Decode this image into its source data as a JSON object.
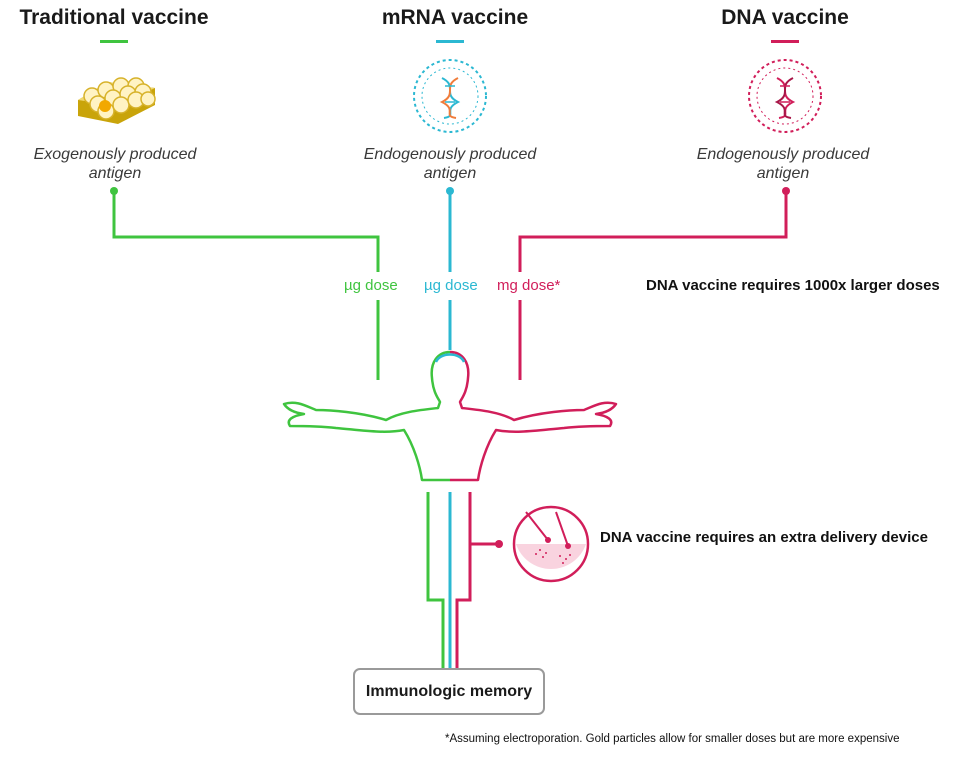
{
  "columns": [
    {
      "title": "Traditional vaccine",
      "caption_line1": "Exogenously produced",
      "caption_line2": "antigen",
      "color": "#3fc43f",
      "icon": "virus-cluster-icon"
    },
    {
      "title": "mRNA vaccine",
      "caption_line1": "Endogenously produced",
      "caption_line2": "antigen",
      "color": "#2bb8d2",
      "icon": "mrna-particle-icon"
    },
    {
      "title": "DNA vaccine",
      "caption_line1": "Endogenously produced",
      "caption_line2": "antigen",
      "color": "#d11e5a",
      "icon": "dna-particle-icon"
    }
  ],
  "doses": {
    "traditional": "µg dose",
    "mrna": "µg dose",
    "dna": "mg dose*"
  },
  "notes": {
    "dose_note": "DNA vaccine requires 1000x larger doses",
    "device_note": "DNA vaccine requires an extra delivery device"
  },
  "outcome": "Immunologic memory",
  "footnote": "*Assuming electroporation. Gold particles allow for smaller doses but are more expensive"
}
